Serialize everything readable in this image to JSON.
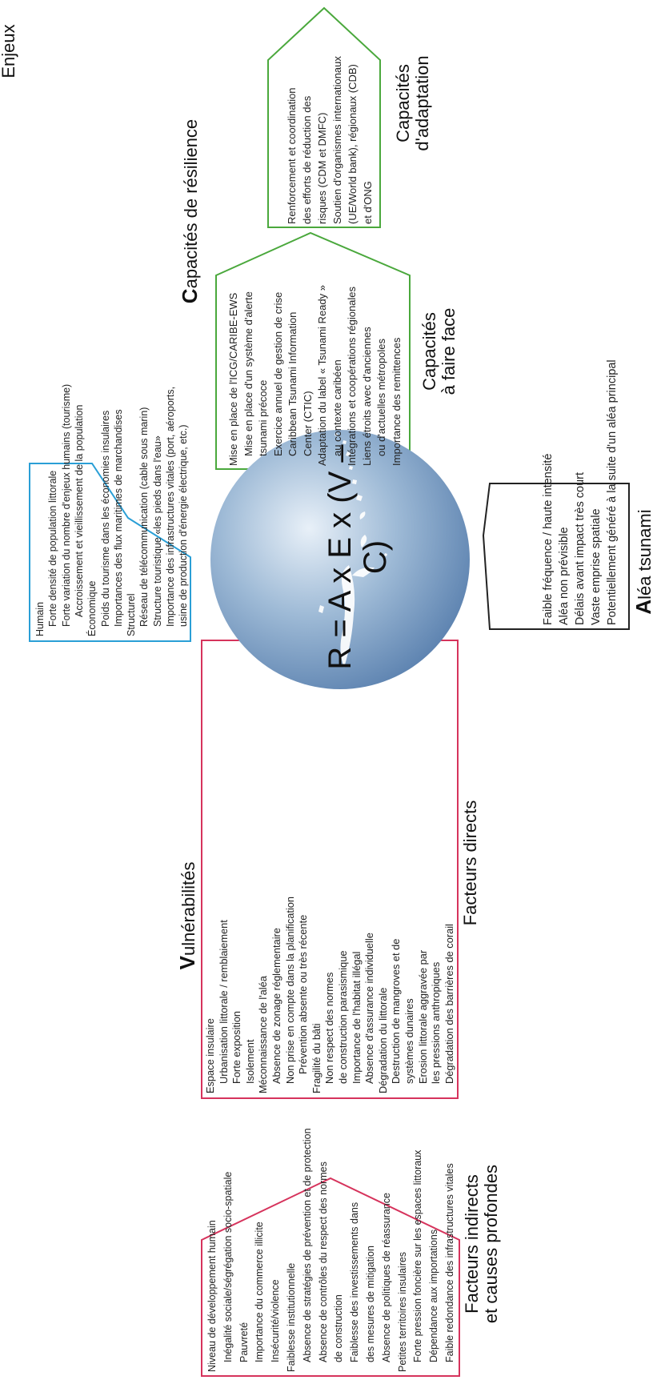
{
  "equation": "R = A x E x (V – C)",
  "enjeux": {
    "title": "Enjeux",
    "color": "#2a9fd6",
    "lines": [
      "Humain",
      "Forte densité de population littorale",
      "Forte variation du nombre d'enjeux humains (tourisme)",
      "Accroissement et vieillissement de la population",
      "Économique",
      "Poids du tourisme dans les économies insulaires",
      "Importances des flux maritimes de marchandises",
      "Structurel",
      "Réseau de télécommunication (cable sous marin)",
      "Structure touristique «les pieds dans l'eau»",
      "Importance des infrastructures vitales (port, aéroports,",
      "usine de production d'énergie électrique, etc.)"
    ]
  },
  "facteurs_directs": {
    "title": "Facteurs directs",
    "color": "#d6335c",
    "lines": [
      "Espace insulaire",
      "Urbanisation littorale / remblaiement",
      "Forte exposition",
      "Isolement",
      "Méconnaissance de l'aléa",
      "Absence de zonage réglementaire",
      "Non prise en compte dans la planification",
      "Prévention absente ou très récente",
      "Fragilité du bâti",
      "Non respect des normes",
      "de construction parasismique",
      "Importance de l'habitat illégal",
      "Absence d'assurance individuelle",
      "Dégradation du littorale",
      "Destruction de mangroves et de",
      "systèmes dunaires",
      "Erosion littorale aggravée par",
      "les pressions anthropiques",
      "Dégradation des barrières de corail"
    ]
  },
  "vulnerabilites": {
    "title_cap": "V",
    "title_rest": "ulnérabilités",
    "indirect_title_1": "Facteurs indirects",
    "indirect_title_2": "et causes profondes",
    "color": "#d6335c",
    "lines": [
      "Niveau de développement humain",
      "Inégalité sociale/ségrégation socio-spatiale",
      "Pauvreté",
      "Importance du commerce illicite",
      "Insécurité/violence",
      "Faiblesse institutionnelle",
      "Absence de stratégies de prévention et de protection",
      "Absence de contrôles du respect des normes",
      "de construction",
      "Faiblesse des investissements dans",
      "des mesures de mitigation",
      "Absence de politiques de réassurance",
      "Petites territoires insulaires",
      "Forte pression foncière sur les espaces littoraux",
      "Dépendance aux importations",
      "Faible redondance des infrastructures vitales"
    ]
  },
  "alea": {
    "title_cap": "A",
    "title_rest": "léa tsunami",
    "color": "#222222",
    "lines": [
      "Faible fréquence / haute intensité",
      "Aléa non prévisible",
      "Délais avant impact très court",
      "Vaste emprise spatiale",
      "Potentiellement généré à la suite d'un aléa principal"
    ]
  },
  "resilience": {
    "title_cap": "C",
    "title_rest": "apacités de résilience",
    "color": "#4aa83c",
    "faire_face": {
      "title_1": "Capacités",
      "title_2": "à faire face",
      "lines": [
        "Mise en place de l'ICG/CARIBE-EWS",
        "Mise en place d'un système d'alerte",
        "tsunami précoce",
        "Exercice annuel de gestion de crise",
        "Caribbean Tsunami Information",
        "Center (CTIC)",
        "Adaptation du label « Tsunami Ready »",
        "au contexte caribéen",
        "Intégrations et coopérations régionales",
        "Liens étroits avec d'anciennes",
        "ou d'actuelles métropoles",
        "Importance des remittences"
      ]
    },
    "adaptation": {
      "title_1": "Capacités",
      "title_2": "d'adaptation",
      "lines": [
        "Renforcement et coordination",
        "des efforts de réduction des",
        "risques (CDM et DMFC)",
        "Soutien d'organismes internationaux",
        "(UE/World bank), régionaux (CDB)",
        "et d'ONG"
      ]
    }
  }
}
